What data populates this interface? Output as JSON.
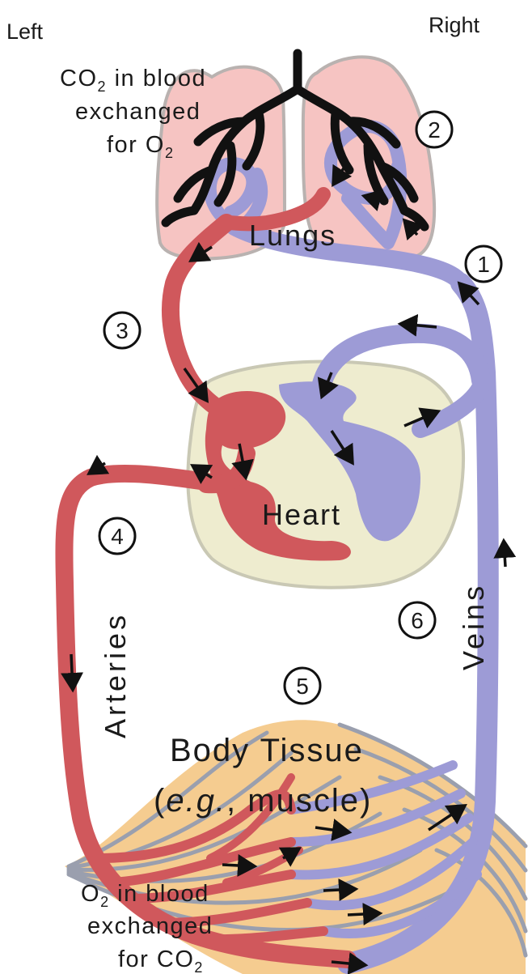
{
  "labels": {
    "left": "Left",
    "right": "Right",
    "co2_exchange": [
      "CO",
      "2",
      " in blood",
      "exchanged",
      "for O",
      "2"
    ],
    "o2_exchange": [
      "O",
      "2",
      " in blood",
      "exchanged",
      "for CO",
      "2"
    ],
    "lungs": "Lungs",
    "heart": "Heart",
    "arteries": "Arteries",
    "veins": "Veins",
    "body_tissue": "Body Tissue",
    "muscle_open": "(",
    "muscle_eg": "e.g.",
    "muscle_rest": ", muscle)"
  },
  "steps": [
    "1",
    "2",
    "3",
    "4",
    "5",
    "6"
  ],
  "colors": {
    "oxygenated_blood": "#d0585c",
    "deoxygenated_blood": "#9d9bd6",
    "lungs": "#f6c4c2",
    "heart_sac": "#eeeccf",
    "muscle": "#f5cc90",
    "muscle_fibers": "#9a9fae",
    "airways": "#111111"
  }
}
